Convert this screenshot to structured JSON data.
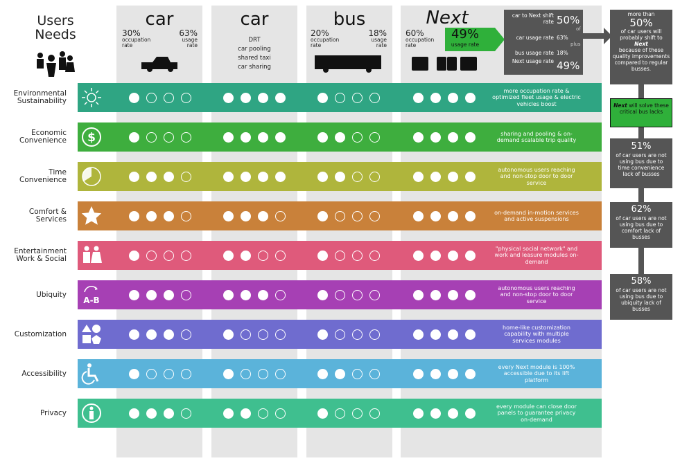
{
  "header": {
    "title_line1": "Users",
    "title_line2": "Needs"
  },
  "columns": [
    {
      "title": "car",
      "left_pct": "30%",
      "left_label": "occupation\nrate",
      "right_pct": "63%",
      "right_label": "usage\nrate"
    },
    {
      "title": "car",
      "items": [
        "DRT",
        "car pooling",
        "shared taxi",
        "car sharing"
      ]
    },
    {
      "title": "bus",
      "left_pct": "20%",
      "left_label": "occupation\nrate",
      "right_pct": "18%",
      "right_label": "usage\nrate"
    },
    {
      "title": "Next",
      "left_pct": "60%",
      "left_label": "occupation\nrate",
      "highlight_pct": "49%",
      "highlight_label": "usage rate"
    }
  ],
  "calc_box": {
    "shift_label": "car to Next shift rate",
    "shift_value": "50%",
    "of": "of",
    "car_usage_label": "car usage rate",
    "car_usage_value": "63%",
    "plus": "plus",
    "bus_usage_label": "bus usage rate",
    "bus_usage_value": "18%",
    "next_usage_label": "Next usage rate",
    "next_usage_value": "49%"
  },
  "side_panel": {
    "top": {
      "l1": "more than",
      "pct": "50%",
      "l2": "of car users will probably shift to",
      "brand": "Next",
      "l3": "because of these quality improvements compared to regular busses."
    },
    "green": {
      "brand": "Next",
      "text": "will solve these critical bus lacks"
    },
    "stats": [
      {
        "pct": "51%",
        "text": "of car users are not using bus due to time convenience lack of busses"
      },
      {
        "pct": "62%",
        "text": "of car users are not using bus due to comfort lack of busses"
      },
      {
        "pct": "58%",
        "text": "of car users are not using bus due to ubiquity lack of busses"
      }
    ]
  },
  "rows": [
    {
      "label": "Environmental\nSustainability",
      "icon": "sun-icon",
      "color": "#2fa583",
      "dots": [
        [
          1,
          0,
          0,
          0
        ],
        [
          1,
          1,
          1,
          1
        ],
        [
          1,
          0,
          0,
          0
        ],
        [
          1,
          1,
          1,
          1
        ]
      ],
      "desc": "more occupation rate & optimized fleet usage & electric vehicles boost"
    },
    {
      "label": "Economic\nConvenience",
      "icon": "dollar-icon",
      "color": "#3eae3e",
      "dots": [
        [
          1,
          0,
          0,
          0
        ],
        [
          1,
          1,
          1,
          1
        ],
        [
          1,
          1,
          0,
          0
        ],
        [
          1,
          1,
          1,
          1
        ]
      ],
      "desc": "sharing and pooling & on-demand scalable trip quality"
    },
    {
      "label": "Time\nConvenience",
      "icon": "clock-icon",
      "color": "#afb53c",
      "dots": [
        [
          1,
          1,
          1,
          0
        ],
        [
          1,
          1,
          1,
          1
        ],
        [
          1,
          1,
          0,
          0
        ],
        [
          1,
          1,
          1,
          1
        ]
      ],
      "desc": "autonomous users reaching and non-stop door to door service"
    },
    {
      "label": "Comfort &\nServices",
      "icon": "star-icon",
      "color": "#c9813a",
      "dots": [
        [
          1,
          1,
          1,
          0
        ],
        [
          1,
          1,
          1,
          0
        ],
        [
          1,
          0,
          0,
          0
        ],
        [
          1,
          1,
          1,
          1
        ]
      ],
      "desc": "on-demand in-motion services and active suspensions"
    },
    {
      "label": "Entertainment\nWork & Social",
      "icon": "people-icon",
      "color": "#df5a7b",
      "dots": [
        [
          1,
          0,
          0,
          0
        ],
        [
          1,
          1,
          0,
          0
        ],
        [
          1,
          0,
          0,
          0
        ],
        [
          1,
          1,
          1,
          1
        ]
      ],
      "desc": "\"physical social network\" and work and leasure modules on-demand"
    },
    {
      "label": "Ubiquity",
      "icon": "a-to-b-icon",
      "color": "#a640b4",
      "dots": [
        [
          1,
          1,
          1,
          0
        ],
        [
          1,
          1,
          1,
          0
        ],
        [
          1,
          0,
          0,
          0
        ],
        [
          1,
          1,
          1,
          1
        ]
      ],
      "desc": "autonomous users reaching and non-stop door to door service"
    },
    {
      "label": "Customization",
      "icon": "shapes-icon",
      "color": "#6f6ccf",
      "dots": [
        [
          1,
          1,
          1,
          0
        ],
        [
          1,
          0,
          0,
          0
        ],
        [
          1,
          0,
          0,
          0
        ],
        [
          1,
          1,
          1,
          1
        ]
      ],
      "desc": "home-like customization capability with multiple services modules"
    },
    {
      "label": "Accessibility",
      "icon": "wheelchair-icon",
      "color": "#5bb3da",
      "dots": [
        [
          1,
          0,
          0,
          0
        ],
        [
          1,
          0,
          0,
          0
        ],
        [
          1,
          1,
          0,
          0
        ],
        [
          1,
          1,
          1,
          1
        ]
      ],
      "desc": "every Next module is 100% accessible due to its lift platform"
    },
    {
      "label": "Privacy",
      "icon": "privacy-icon",
      "color": "#3fbf8f",
      "dots": [
        [
          1,
          1,
          1,
          0
        ],
        [
          1,
          1,
          0,
          0
        ],
        [
          1,
          0,
          0,
          0
        ],
        [
          1,
          1,
          1,
          1
        ]
      ],
      "desc": "every module can close door panels to guarantee privacy on-demand"
    }
  ]
}
